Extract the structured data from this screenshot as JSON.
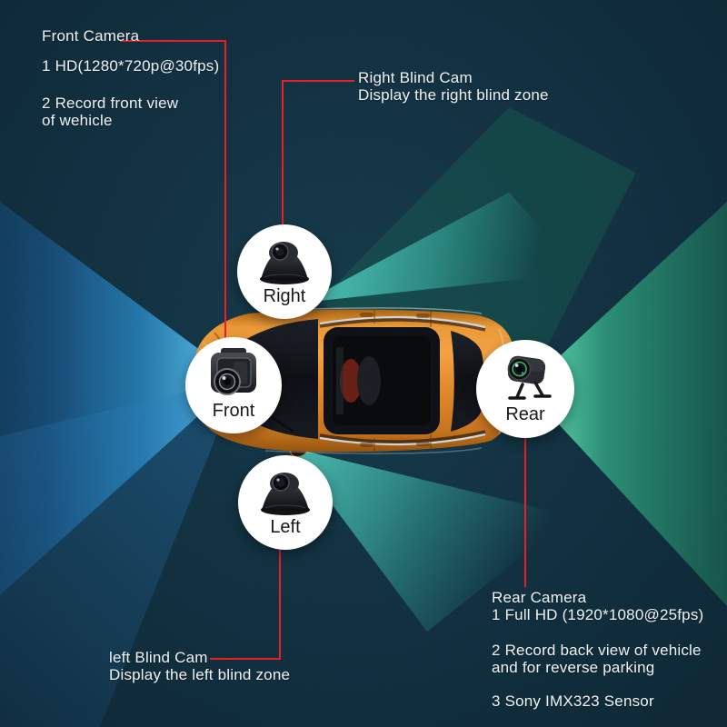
{
  "annotations": {
    "front": {
      "title": "Front Camera",
      "spec": "1 HD(1280*720p@30fps)",
      "desc_line1": "2 Record front view",
      "desc_line2": "of wehicle"
    },
    "right_blind": {
      "title": "Right Blind Cam",
      "desc": "Display the right blind zone"
    },
    "left_blind": {
      "title": "left Blind Cam",
      "desc": "Display the left blind zone"
    },
    "rear": {
      "title": "Rear Camera",
      "spec": "1 Full HD (1920*1080@25fps)",
      "desc_line1": "2 Record back view of vehicle",
      "desc_line2": "and for reverse parking",
      "sensor": "3 Sony IMX323 Sensor"
    }
  },
  "camera_markers": [
    {
      "label": "Right"
    },
    {
      "label": "Front"
    },
    {
      "label": "Rear"
    },
    {
      "label": "Left"
    }
  ],
  "vehicle": {
    "type": "SUV top view",
    "body_color": "#e0832a"
  },
  "colors": {
    "background": "#112e3d",
    "connector_red": "#ea1c22",
    "front_beam_blue": "#2f9fd8",
    "rear_beam_green": "#35b489",
    "blind_beam_teal": "#49d6c3",
    "text_white": "#eef2f4"
  }
}
